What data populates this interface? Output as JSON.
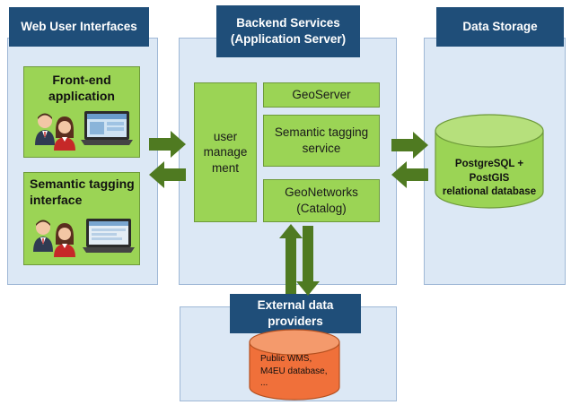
{
  "web_ui": {
    "header": "Web User Interfaces",
    "cards": [
      {
        "title": "Front-end\napplication"
      },
      {
        "title": "Semantic tagging\ninterface"
      }
    ]
  },
  "backend": {
    "header": "Backend Services\n(Application Server)",
    "user_management": "user\nmanage\nment",
    "services": [
      "GeoServer",
      "Semantic tagging\nservice",
      "GeoNetworks\n(Catalog)"
    ]
  },
  "storage": {
    "header": "Data Storage",
    "database": "PostgreSQL + PostGIS\nrelational database"
  },
  "external": {
    "header": "External data\nproviders",
    "database": "Public WMS,\nM4EU database,\n..."
  },
  "colors": {
    "header_bg": "#1f4e79",
    "panel_bg": "#dce8f5",
    "component_green": "#9bd455",
    "arrow_green": "#4f7a21",
    "external_db": "#f0703a"
  },
  "icons": [
    "person-male-icon",
    "person-female-icon",
    "laptop-icon"
  ]
}
